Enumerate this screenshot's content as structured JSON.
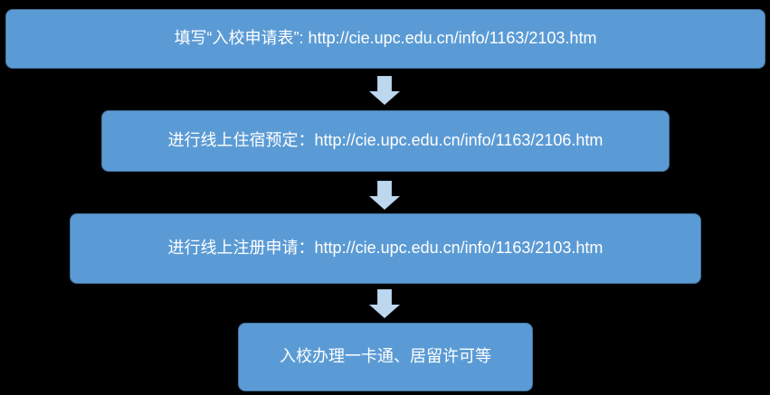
{
  "diagram": {
    "type": "flowchart",
    "orientation": "vertical",
    "colors": {
      "box_fill": "#5B9BD5",
      "box_border": "#41719C",
      "box_text": "#FFFFFF",
      "arrow_fill": "#BDD7EE",
      "background": "#000000"
    },
    "steps": [
      {
        "id": "step-1",
        "label": "填写“入校申请表”: http://cie.upc.edu.cn/info/1163/2103.htm"
      },
      {
        "id": "step-2",
        "label": "进行线上住宿预定：http://cie.upc.edu.cn/info/1163/2106.htm"
      },
      {
        "id": "step-3",
        "label": "进行线上注册申请：http://cie.upc.edu.cn/info/1163/2103.htm"
      },
      {
        "id": "step-4",
        "label": "入校办理一卡通、居留许可等"
      }
    ],
    "connectors": [
      {
        "id": "arrow-1",
        "from": "step-1",
        "to": "step-2"
      },
      {
        "id": "arrow-2",
        "from": "step-2",
        "to": "step-3"
      },
      {
        "id": "arrow-3",
        "from": "step-3",
        "to": "step-4"
      }
    ]
  }
}
